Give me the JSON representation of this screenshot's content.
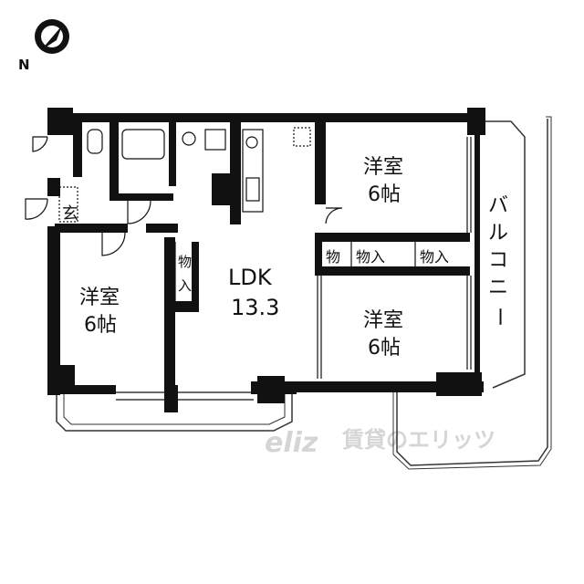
{
  "compass": {
    "north_label": "N"
  },
  "rooms": {
    "bedroom_top_right": {
      "name": "洋室",
      "size": "6帖"
    },
    "bedroom_mid_right": {
      "name": "洋室",
      "size": "6帖"
    },
    "bedroom_left": {
      "name": "洋室",
      "size": "6帖"
    },
    "ldk": {
      "name": "LDK",
      "size": "13.3"
    },
    "entrance": {
      "name": "玄"
    }
  },
  "storage": {
    "closet_left_vertical": [
      "物",
      "入"
    ],
    "closet_mid_small": "物",
    "closet_mid": "物入",
    "closet_right": "物入"
  },
  "balcony": {
    "label": [
      "バ",
      "ル",
      "コ",
      "ニ",
      "ー"
    ]
  },
  "watermark": {
    "text": "賃貸のエリッツ",
    "logo": "eliz"
  }
}
